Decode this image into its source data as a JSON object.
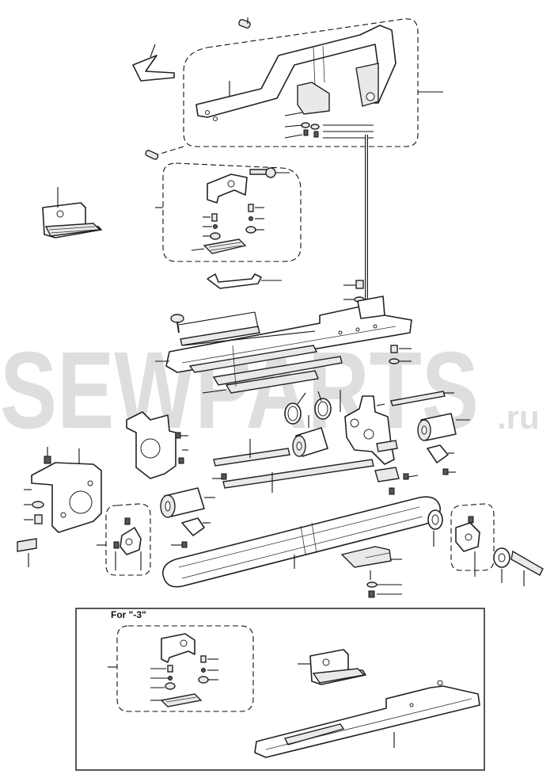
{
  "watermark": {
    "main": "SEWPARTS",
    "suffix": ".ru",
    "color": "#d9d9d9"
  },
  "variant_box": {
    "label": "For \"-3\""
  },
  "colors": {
    "line": "#111111",
    "shade": "#e9e9e9",
    "paper": "#ffffff"
  }
}
